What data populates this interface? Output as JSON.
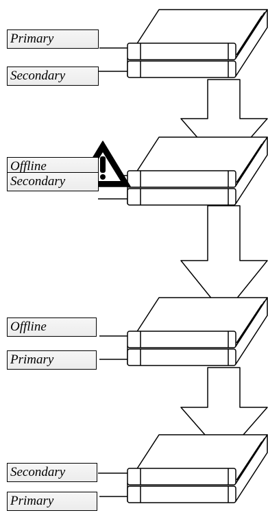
{
  "stages": [
    {
      "labels": [
        "Primary",
        "Secondary"
      ],
      "warning": false
    },
    {
      "labels": [
        "Offline",
        "Secondary"
      ],
      "warning": true
    },
    {
      "labels": [
        "Offline",
        "Primary"
      ],
      "warning": false
    },
    {
      "labels": [
        "Secondary",
        "Primary"
      ],
      "warning": false
    }
  ],
  "icons": {
    "warning": "warning-triangle-icon",
    "transition": "down-arrow-icon",
    "device": "server-stack-icon"
  },
  "colors": {
    "stroke": "#000000",
    "label_fill": "#f0f0f0",
    "background": "#ffffff"
  }
}
